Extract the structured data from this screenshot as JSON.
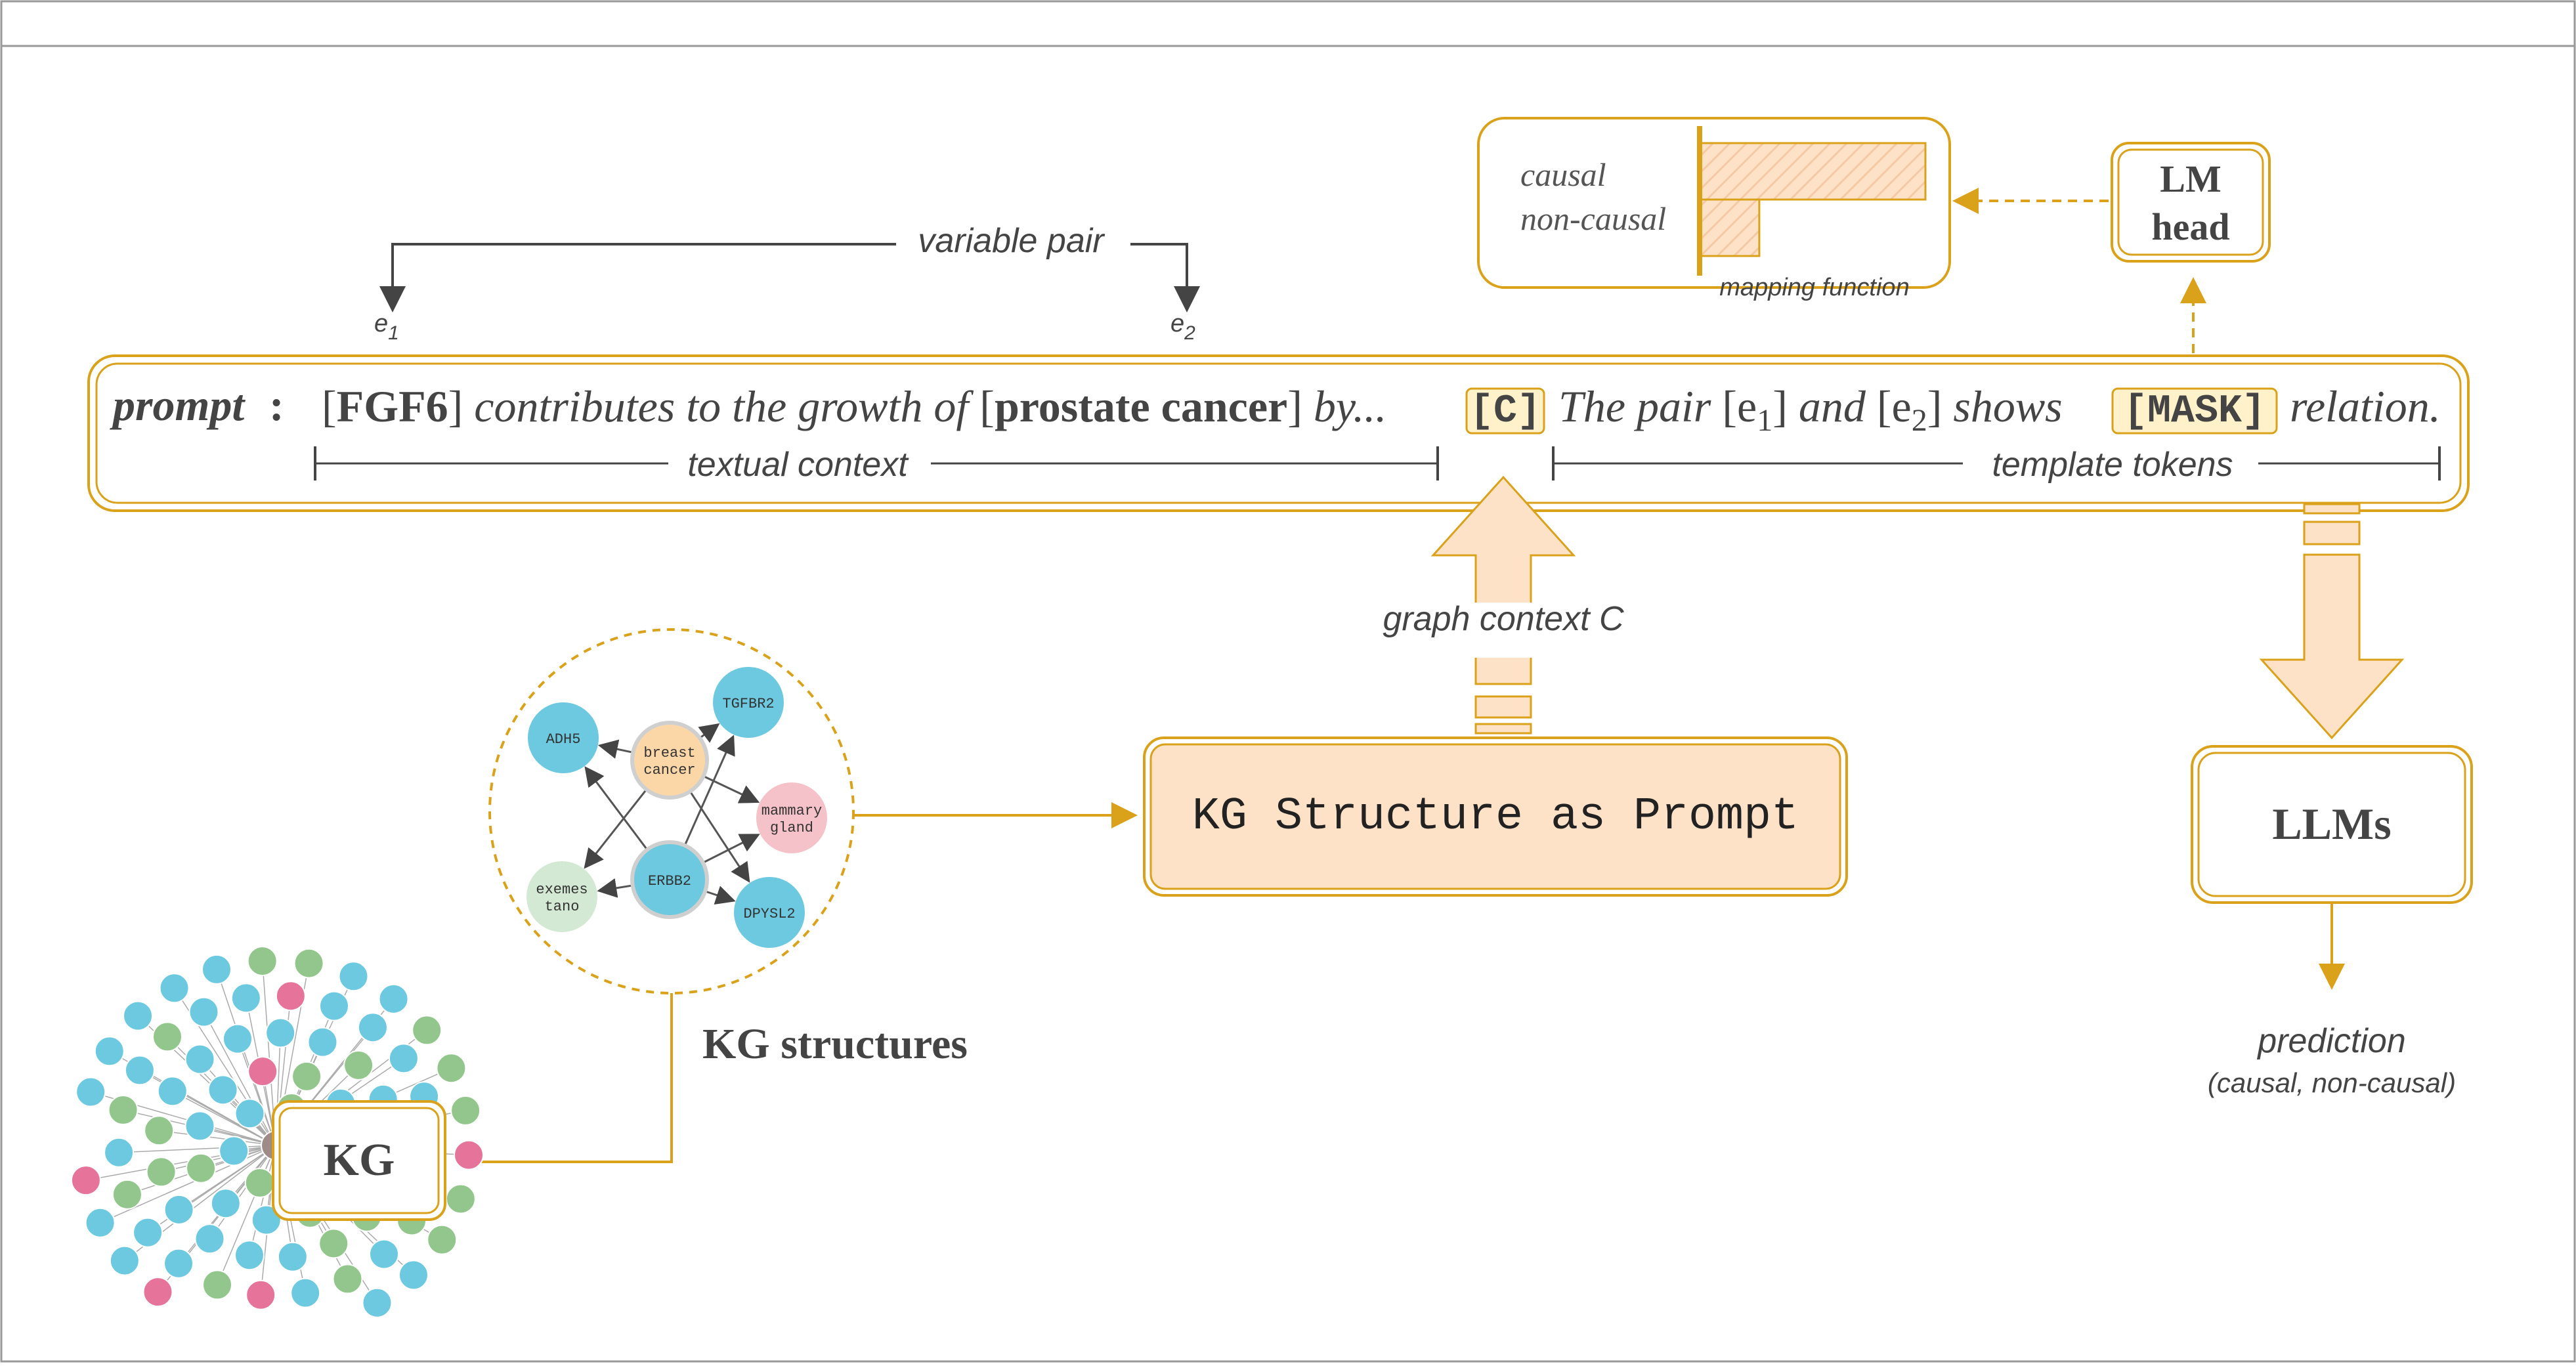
{
  "colors": {
    "accent": "#d9a21a",
    "accent_fill": "#fde2c8",
    "node_blue": "#6cc9df",
    "node_pink": "#e6749a",
    "node_green": "#93c68c",
    "node_orange": "#fbd7a8",
    "node_rose": "#f4c2c8",
    "node_mint": "#d4e9d4",
    "line_gray": "#555555"
  },
  "prompt": {
    "label": "prompt",
    "colon": ":",
    "entity1": "FGF6",
    "text1": "contributes to the growth of",
    "entity2": "prostate cancer",
    "text2": "by...",
    "context_token": "[C]",
    "text3": "The pair",
    "e1": "e",
    "e1_sub": "1",
    "text4": "and",
    "e2": "e",
    "e2_sub": "2",
    "text5": "shows",
    "mask_token": "[MASK]",
    "text6": "relation."
  },
  "labels": {
    "variable_pair": "variable pair",
    "e1_marker": "e",
    "e1_marker_sub": "1",
    "e2_marker": "e",
    "e2_marker_sub": "2",
    "textual_context": "textual context",
    "template_tokens": "template tokens",
    "graph_context": "graph context C",
    "kg_structure_prompt": "KG Structure as Prompt",
    "kg_structures": "KG structures",
    "kg": "KG",
    "llms": "LLMs",
    "lm_head_line1": "LM",
    "lm_head_line2": "head",
    "mapping_function": "mapping function",
    "causal": "causal",
    "non_causal": "non-causal",
    "prediction": "prediction",
    "prediction_options": "(causal, non-causal)"
  },
  "mapping_bars": [
    {
      "label": "causal",
      "value": 1.0
    },
    {
      "label": "non-causal",
      "value": 0.26
    }
  ],
  "subgraph_nodes": [
    {
      "id": "ADH5",
      "lines": [
        "ADH5"
      ],
      "color": "node_blue"
    },
    {
      "id": "breast_cancer",
      "lines": [
        "breast",
        "cancer"
      ],
      "color": "node_orange"
    },
    {
      "id": "TGFBR2",
      "lines": [
        "TGFBR2"
      ],
      "color": "node_blue"
    },
    {
      "id": "mammary_gland",
      "lines": [
        "mammary",
        "gland"
      ],
      "color": "node_rose"
    },
    {
      "id": "ERBB2",
      "lines": [
        "ERBB2"
      ],
      "color": "node_blue"
    },
    {
      "id": "exemestano",
      "lines": [
        "exemes",
        "tano"
      ],
      "color": "node_mint"
    },
    {
      "id": "DPYSL2",
      "lines": [
        "DPYSL2"
      ],
      "color": "node_blue"
    }
  ]
}
